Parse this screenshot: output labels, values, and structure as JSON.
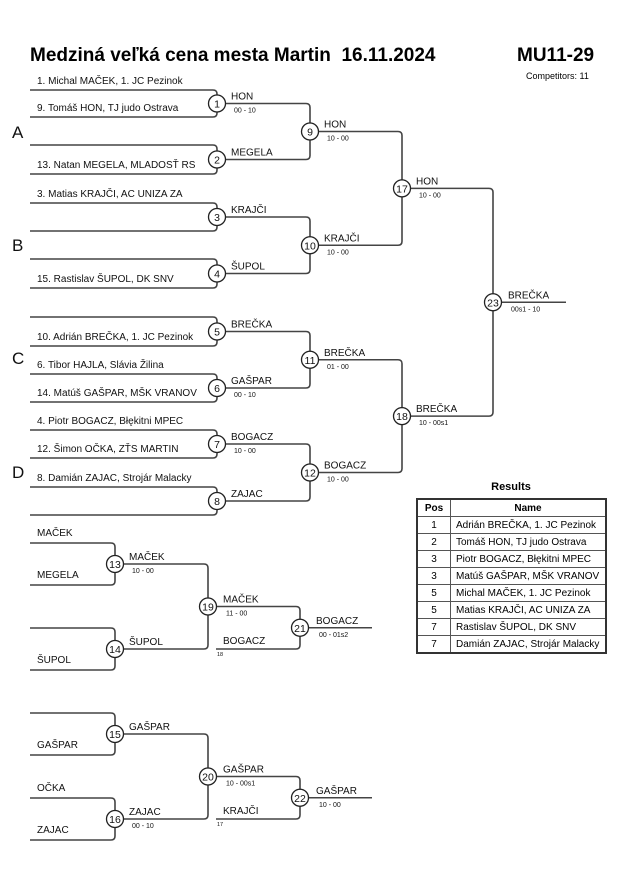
{
  "header": {
    "title": "Medziná veľká cena mesta Martin  16.11.2024",
    "category": "MU11-29",
    "competitors": "Competitors: 11"
  },
  "pools": [
    "A",
    "B",
    "C",
    "D"
  ],
  "round1": [
    {
      "match": "1",
      "top": "1. Michal MAČEK, 1. JC Pezinok",
      "bottom": "9. Tomáš HON, TJ judo Ostrava",
      "winner": "HON",
      "score": "00 - 10"
    },
    {
      "match": "2",
      "top": "",
      "bottom": "13. Natan MEGELA, MLADOSŤ RS",
      "winner": "MEGELA",
      "score": ""
    },
    {
      "match": "3",
      "top": "3. Matias KRAJČI, AC UNIZA ZA",
      "bottom": "",
      "winner": "KRAJČI",
      "score": ""
    },
    {
      "match": "4",
      "top": "",
      "bottom": "15. Rastislav ŠUPOL, DK SNV",
      "winner": "ŠUPOL",
      "score": ""
    },
    {
      "match": "5",
      "top": "",
      "bottom": "10. Adrián BREČKA, 1. JC Pezinok",
      "winner": "BREČKA",
      "score": ""
    },
    {
      "match": "6",
      "top": "6. Tibor HAJLA, Slávia Žilina",
      "bottom": "14. Matúš GAŠPAR, MŠK VRANOV",
      "winner": "GAŠPAR",
      "score": "00 - 10"
    },
    {
      "match": "7",
      "top": "4. Piotr BOGACZ, Błękitni MPEC",
      "bottom": "12. Šimon OČKA, ZŤS MARTIN",
      "winner": "BOGACZ",
      "score": "10 - 00"
    },
    {
      "match": "8",
      "top": "8. Damián ZAJAC, Strojár Malacky",
      "bottom": "",
      "winner": "ZAJAC",
      "score": ""
    }
  ],
  "round2": [
    {
      "match": "9",
      "winner": "HON",
      "score": "10 - 00"
    },
    {
      "match": "10",
      "winner": "KRAJČI",
      "score": "10 - 00"
    },
    {
      "match": "11",
      "winner": "BREČKA",
      "score": "01 - 00"
    },
    {
      "match": "12",
      "winner": "BOGACZ",
      "score": "10 - 00"
    }
  ],
  "semis": [
    {
      "match": "17",
      "winner": "HON",
      "score": "10 - 00"
    },
    {
      "match": "18",
      "winner": "BREČKA",
      "score": "10 - 00s1"
    }
  ],
  "final": {
    "match": "23",
    "winner": "BREČKA",
    "score": "00s1 - 10"
  },
  "repechage": [
    {
      "r1": [
        {
          "match": "13",
          "top": "MAČEK",
          "bottom": "MEGELA",
          "winner": "MAČEK",
          "score": "10 - 00"
        },
        {
          "match": "14",
          "top": "",
          "bottom": "ŠUPOL",
          "winner": "ŠUPOL",
          "score": ""
        }
      ],
      "r2": {
        "match": "19",
        "winner": "MAČEK",
        "score": "11 - 00"
      },
      "loser_in": {
        "name": "BOGACZ",
        "from": "18"
      },
      "bronze": {
        "match": "21",
        "winner": "BOGACZ",
        "score": "00 - 01s2"
      }
    },
    {
      "r1": [
        {
          "match": "15",
          "top": "",
          "bottom": "GAŠPAR",
          "winner": "GAŠPAR",
          "score": ""
        },
        {
          "match": "16",
          "top": "OČKA",
          "bottom": "ZAJAC",
          "winner": "ZAJAC",
          "score": "00 - 10"
        }
      ],
      "r2": {
        "match": "20",
        "winner": "GAŠPAR",
        "score": "10 - 00s1"
      },
      "loser_in": {
        "name": "KRAJČI",
        "from": "17"
      },
      "bronze": {
        "match": "22",
        "winner": "GAŠPAR",
        "score": "10 - 00"
      }
    }
  ],
  "results": {
    "title": "Results",
    "headers": {
      "pos": "Pos",
      "name": "Name"
    },
    "rows": [
      {
        "pos": "1",
        "name": "Adrián BREČKA, 1. JC Pezinok"
      },
      {
        "pos": "2",
        "name": "Tomáš HON, TJ judo Ostrava"
      },
      {
        "pos": "3",
        "name": "Piotr BOGACZ, Błękitni MPEC"
      },
      {
        "pos": "3",
        "name": "Matúš GAŠPAR, MŠK VRANOV"
      },
      {
        "pos": "5",
        "name": "Michal MAČEK, 1. JC Pezinok"
      },
      {
        "pos": "5",
        "name": "Matias KRAJČI, AC UNIZA ZA"
      },
      {
        "pos": "7",
        "name": "Rastislav ŠUPOL, DK SNV"
      },
      {
        "pos": "7",
        "name": "Damián ZAJAC, Strojár Malacky"
      }
    ]
  }
}
